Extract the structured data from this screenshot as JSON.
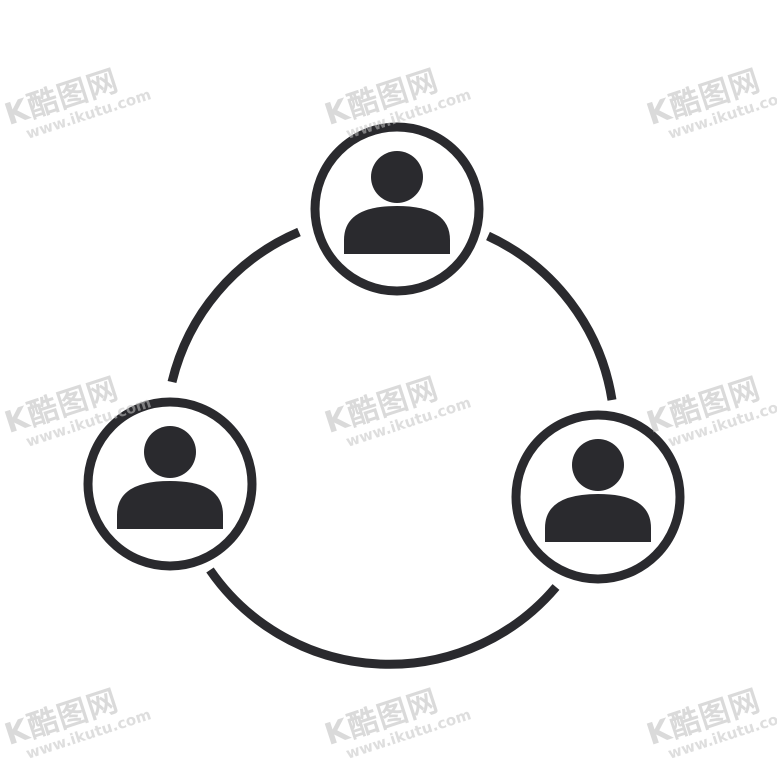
{
  "icon": {
    "name": "people-network-icon",
    "stroke_color": "#2a2a2e",
    "fill_color": "#2a2a2e",
    "background_color": "#ffffff",
    "people_count": 3
  },
  "watermark": {
    "logo_text": "K酷图网",
    "url_text": "www.ikutu.com",
    "color": "#bdbdbd"
  }
}
